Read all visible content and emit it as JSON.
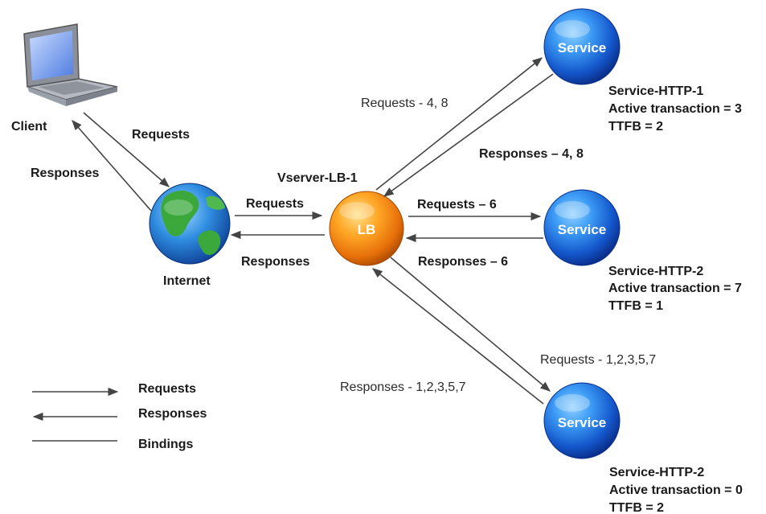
{
  "nodes": {
    "client": "Client",
    "internet": "Internet",
    "lb": "LB",
    "vserver": "Vserver-LB-1",
    "service1": "Service",
    "service2": "Service",
    "service3": "Service"
  },
  "services": [
    {
      "name": "Service-HTTP-1",
      "active": "Active transaction = 3",
      "ttfb": "TTFB = 2"
    },
    {
      "name": "Service-HTTP-2",
      "active": "Active transaction = 7",
      "ttfb": "TTFB = 1"
    },
    {
      "name": "Service-HTTP-2",
      "active": "Active transaction = 0",
      "ttfb": "TTFB = 2"
    }
  ],
  "edges": {
    "client_requests": "Requests",
    "client_responses": "Responses",
    "internet_requests": "Requests",
    "internet_responses": "Responses",
    "s1_requests": "Requests - 4, 8",
    "s1_responses": "Responses – 4, 8",
    "s2_requests": "Requests – 6",
    "s2_responses": "Responses – 6",
    "s3_requests": "Requests - 1,2,3,5,7",
    "s3_responses": "Responses - 1,2,3,5,7"
  },
  "legend": {
    "requests": "Requests",
    "responses": "Responses",
    "bindings": "Bindings"
  },
  "colors": {
    "service_blue": "#1f6fe0",
    "lb_orange": "#f08a10",
    "arrow": "#444444"
  }
}
